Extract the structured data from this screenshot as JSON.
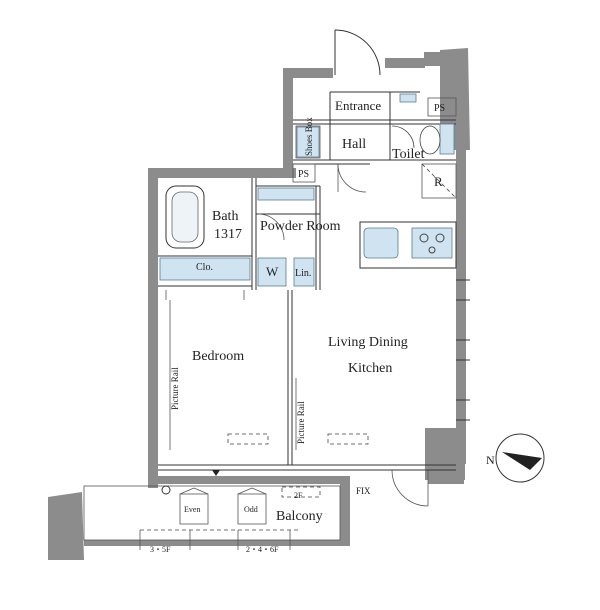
{
  "rooms": {
    "entrance": "Entrance",
    "ps_top": "PS",
    "shoes_box": "Shoes Box",
    "hall": "Hall",
    "toilet": "Toilet",
    "ps_left": "PS",
    "r": "R",
    "bath": "Bath",
    "bath_size": "1317",
    "powder_room": "Powder Room",
    "clo": "Clo.",
    "washer": "W",
    "lin": "Lin.",
    "bedroom": "Bedroom",
    "picture_rail_left": "Picture Rail",
    "picture_rail_right": "Picture Rail",
    "living": "Living Dining",
    "kitchen": "Kitchen",
    "balcony": "Balcony",
    "balcony_2f": "2F",
    "even": "Even",
    "odd": "Odd",
    "floors_left": "3・5F",
    "floors_right": "2・4・6F",
    "fix": "FIX"
  },
  "compass": {
    "label": "N"
  }
}
